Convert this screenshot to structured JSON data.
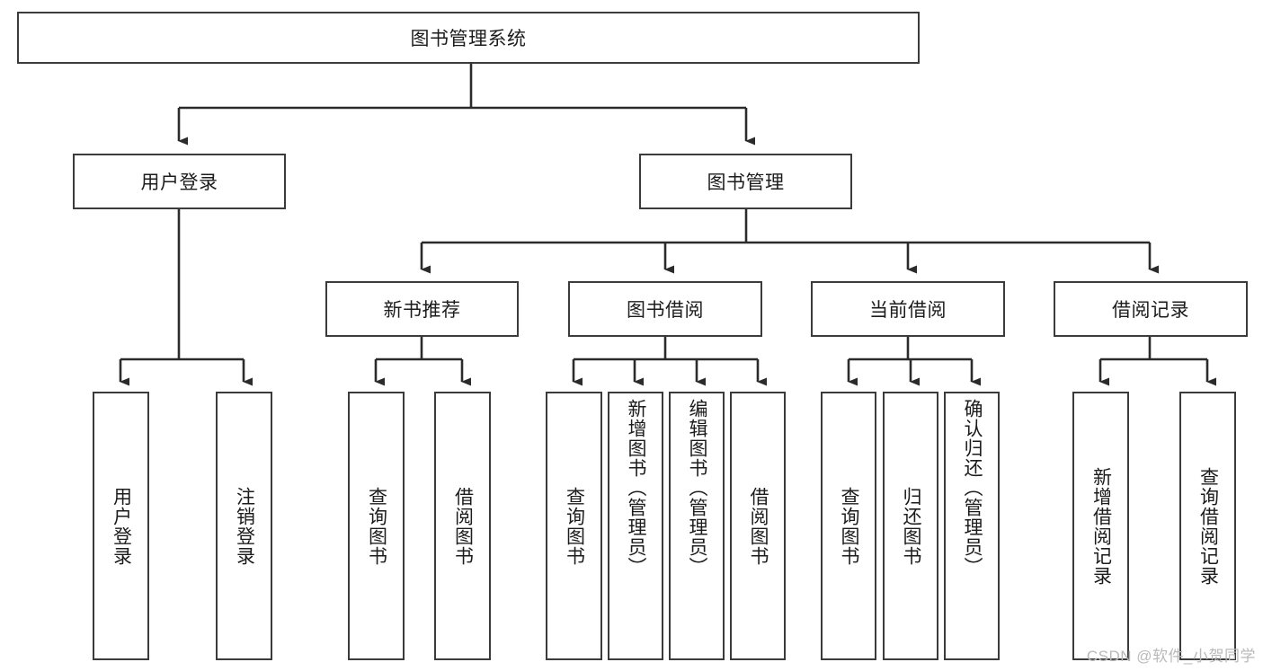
{
  "diagram": {
    "type": "tree-hierarchy",
    "title_node": {
      "label": "图书管理系统"
    },
    "level1": [
      {
        "id": "user-login",
        "label": "用户登录"
      },
      {
        "id": "book-management",
        "label": "图书管理"
      }
    ],
    "level2": [
      {
        "id": "new-book-recommend",
        "label": "新书推荐",
        "parent": "book-management"
      },
      {
        "id": "book-borrow",
        "label": "图书借阅",
        "parent": "book-management"
      },
      {
        "id": "current-borrow",
        "label": "当前借阅",
        "parent": "book-management"
      },
      {
        "id": "borrow-record",
        "label": "借阅记录",
        "parent": "book-management"
      }
    ],
    "leaves": [
      {
        "id": "leaf-user-login",
        "label": "用户登录",
        "parent": "user-login"
      },
      {
        "id": "leaf-logout",
        "label": "注销登录",
        "parent": "user-login"
      },
      {
        "id": "leaf-query-book-1",
        "label": "查询图书",
        "parent": "new-book-recommend"
      },
      {
        "id": "leaf-borrow-book-1",
        "label": "借阅图书",
        "parent": "new-book-recommend"
      },
      {
        "id": "leaf-query-book-2",
        "label": "查询图书",
        "parent": "book-borrow"
      },
      {
        "id": "leaf-add-book",
        "label": "新增图书（管理员）",
        "parent": "book-borrow"
      },
      {
        "id": "leaf-edit-book",
        "label": "编辑图书（管理员）",
        "parent": "book-borrow"
      },
      {
        "id": "leaf-borrow-book-2",
        "label": "借阅图书",
        "parent": "book-borrow"
      },
      {
        "id": "leaf-query-book-3",
        "label": "查询图书",
        "parent": "current-borrow"
      },
      {
        "id": "leaf-return-book",
        "label": "归还图书",
        "parent": "current-borrow"
      },
      {
        "id": "leaf-confirm-return",
        "label": "确认归还（管理员）",
        "parent": "current-borrow"
      },
      {
        "id": "leaf-add-record",
        "label": "新增借阅记录",
        "parent": "borrow-record"
      },
      {
        "id": "leaf-query-record",
        "label": "查询借阅记录",
        "parent": "borrow-record"
      }
    ],
    "watermark": "CSDN @软件_小贺同学",
    "colors": {
      "stroke": "#3b3b3b",
      "text": "#1c1c1c",
      "background": "#ffffff",
      "watermark": "#b9b9b9"
    }
  }
}
